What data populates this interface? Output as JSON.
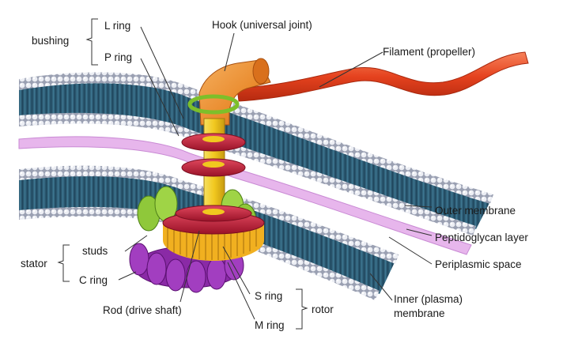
{
  "labels": {
    "bushing": "bushing",
    "l_ring": "L ring",
    "p_ring": "P ring",
    "hook": "Hook (universal joint)",
    "filament": "Filament (propeller)",
    "outer_membrane": "Outer membrane",
    "peptidoglycan": "Peptidoglycan layer",
    "periplasmic": "Periplasmic space",
    "inner_membrane_1": "Inner (plasma)",
    "inner_membrane_2": "membrane",
    "stator": "stator",
    "studs": "studs",
    "c_ring": "C ring",
    "rod": "Rod (drive shaft)",
    "s_ring": "S ring",
    "m_ring": "M ring",
    "rotor": "rotor"
  },
  "colors": {
    "membrane_head": "#c9ccd6",
    "membrane_tail": "#2f5f76",
    "peptidoglycan": "#e7b6ec",
    "filament": "#e5421e",
    "hook": "#e98a2c",
    "rod": "#f1c81f",
    "rings": "#c6223e",
    "studs": "#8fc83a",
    "c_ring": "#8a2aa6"
  }
}
